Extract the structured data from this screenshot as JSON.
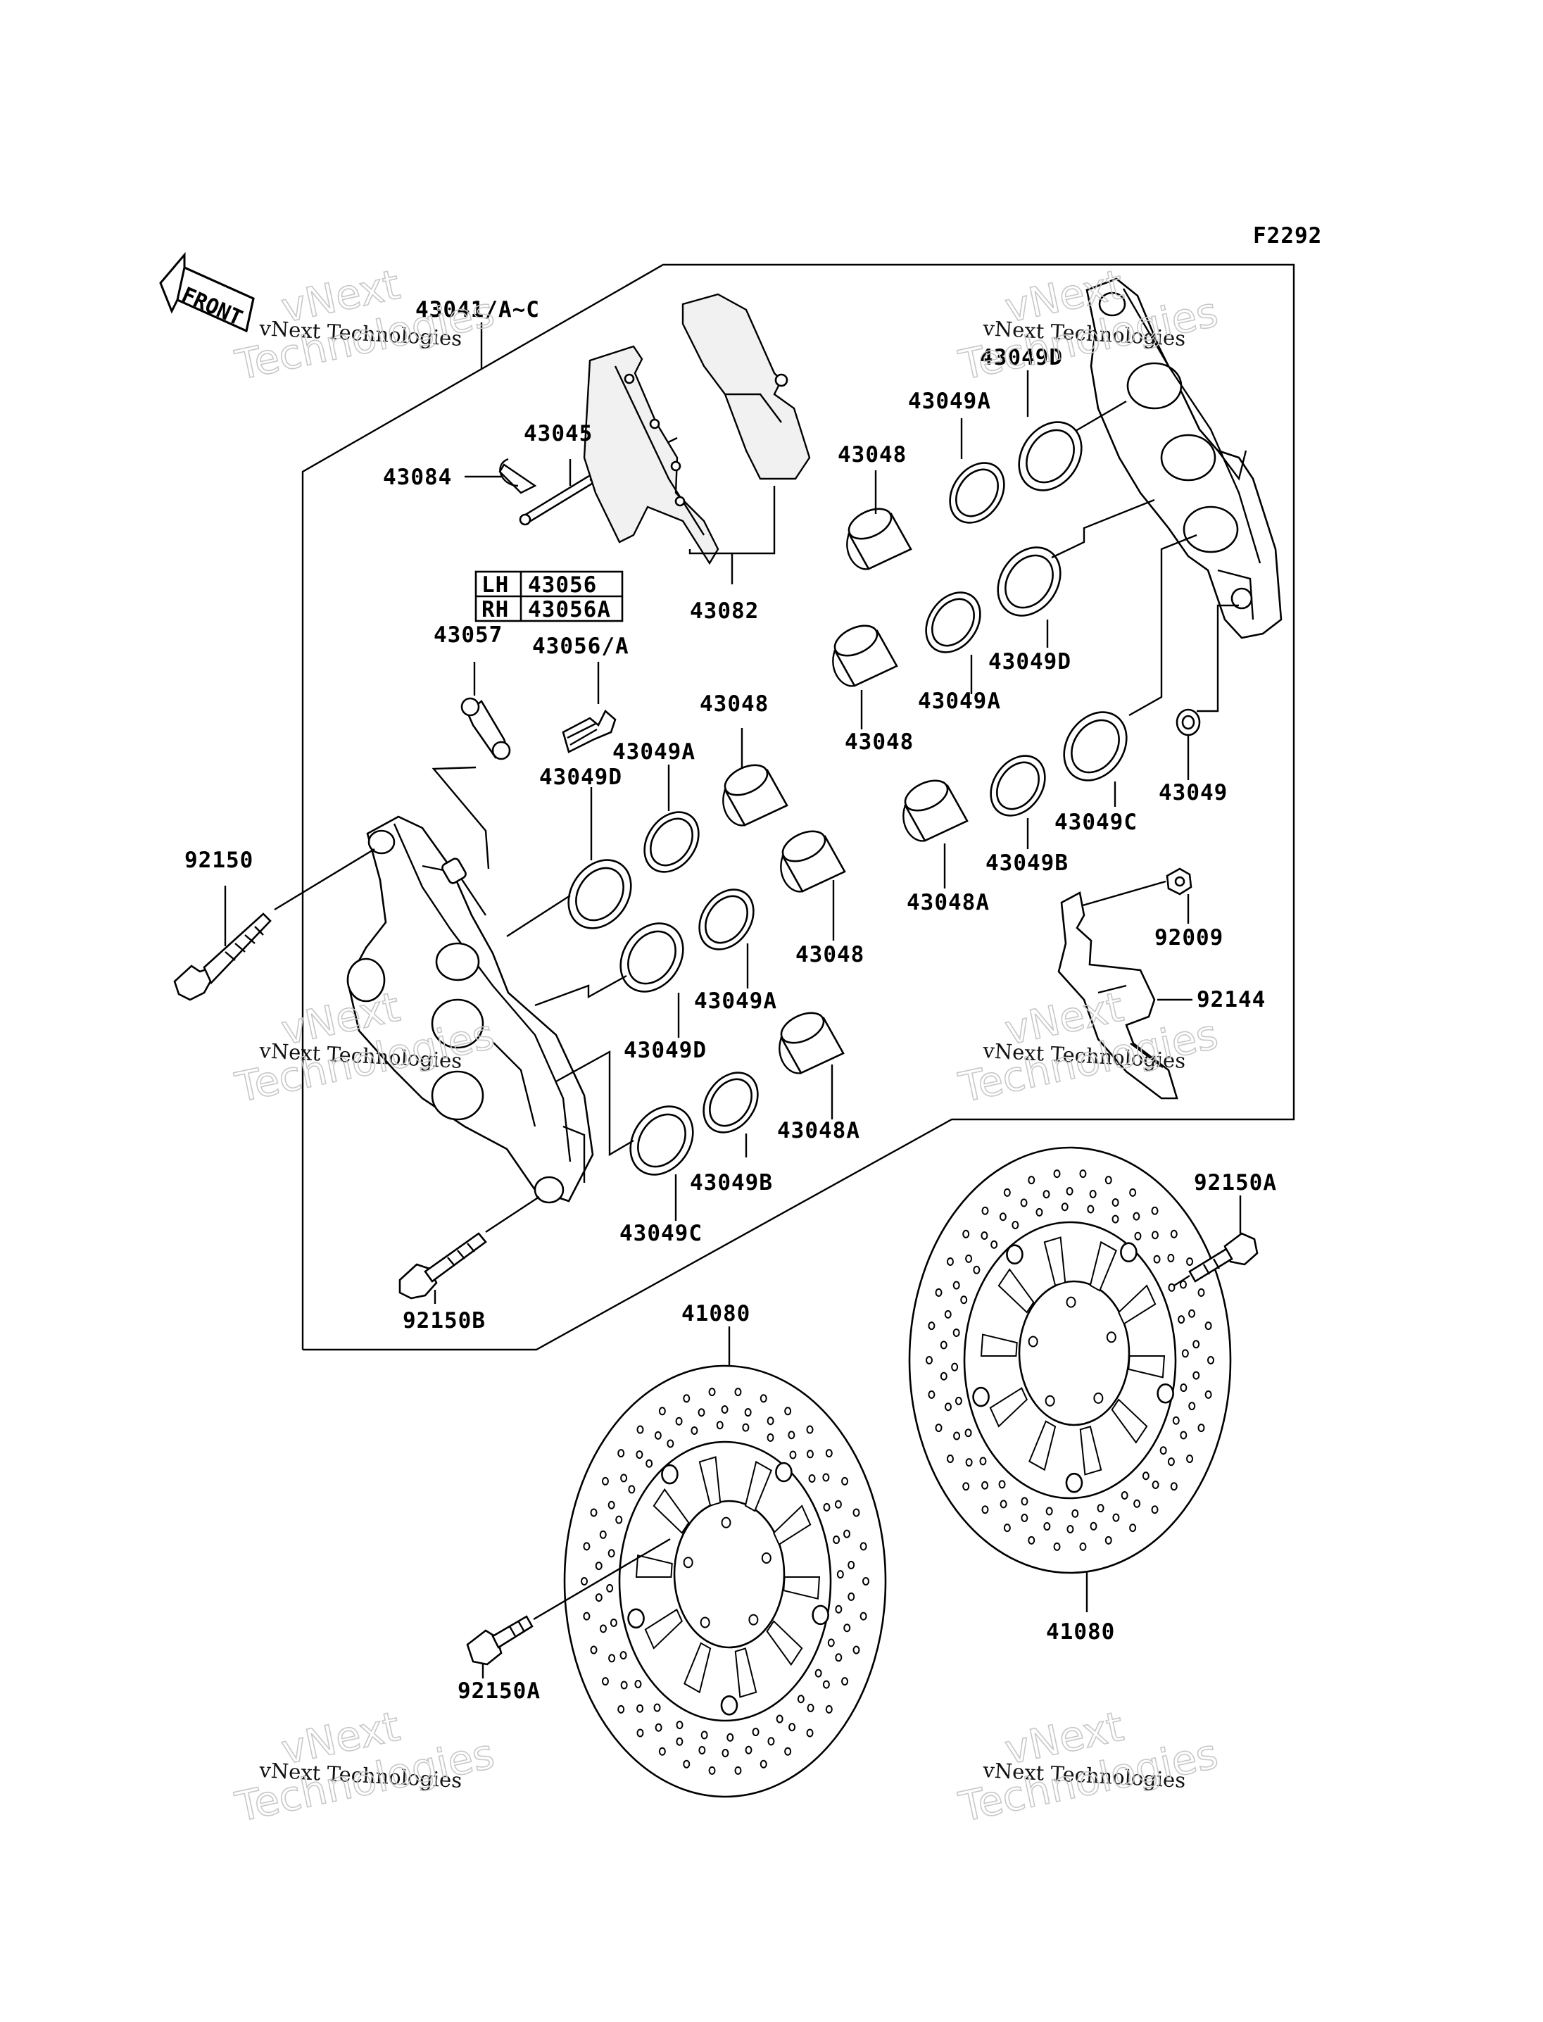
{
  "diagram_id": "F2292",
  "front_label": "FRONT",
  "watermark": {
    "line1": "vNext Technologies",
    "line2a": "vNext",
    "line2b": "Technologies"
  },
  "side_table": {
    "rows": [
      {
        "side": "LH",
        "part": "43056"
      },
      {
        "side": "RH",
        "part": "43056A"
      }
    ]
  },
  "labels": {
    "caliper_assy": "43041/A~C",
    "pin": "43045",
    "clip": "43084",
    "pads": "43082",
    "pad_spring": "43057",
    "bleed_valve": "43056/A",
    "bolt_left": "92150",
    "bolt_caliper": "92150B",
    "bolt_disc_left": "92150A",
    "bolt_disc_right": "92150A",
    "disc_left": "41080",
    "disc_right": "41080",
    "cover": "92144",
    "nut": "92009",
    "seal_small": "43049",
    "piston_l1": "43048",
    "piston_l2": "43048",
    "piston_l3": "43048A",
    "piston_r1": "43048",
    "piston_r2": "43048",
    "piston_r3": "43048A",
    "seal_d_l1": "43049D",
    "seal_d_l2": "43049D",
    "seal_c_l": "43049C",
    "seal_a_l1": "43049A",
    "seal_a_l2": "43049A",
    "seal_b_l": "43049B",
    "seal_d_r1": "43049D",
    "seal_d_r2": "43049D",
    "seal_a_r1": "43049A",
    "seal_a_r2": "43049A",
    "seal_b_r": "43049B",
    "seal_c_r": "43049C"
  }
}
